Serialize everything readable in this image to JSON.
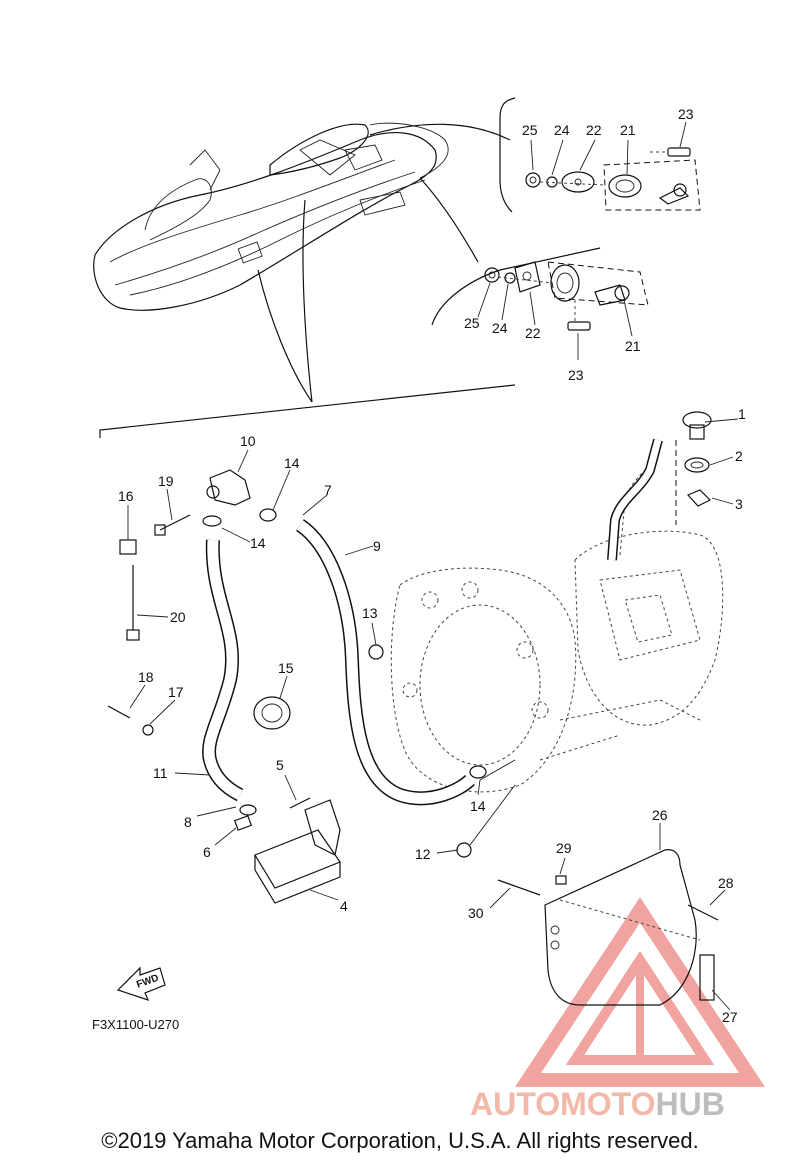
{
  "diagram": {
    "callouts": [
      {
        "id": "c1",
        "text": "1"
      },
      {
        "id": "c2",
        "text": "2"
      },
      {
        "id": "c3",
        "text": "3"
      },
      {
        "id": "c4",
        "text": "4"
      },
      {
        "id": "c5",
        "text": "5"
      },
      {
        "id": "c6",
        "text": "6"
      },
      {
        "id": "c7",
        "text": "7"
      },
      {
        "id": "c8",
        "text": "8"
      },
      {
        "id": "c9",
        "text": "9"
      },
      {
        "id": "c10",
        "text": "10"
      },
      {
        "id": "c11",
        "text": "11"
      },
      {
        "id": "c12",
        "text": "12"
      },
      {
        "id": "c13",
        "text": "13"
      },
      {
        "id": "c14a",
        "text": "14"
      },
      {
        "id": "c14b",
        "text": "14"
      },
      {
        "id": "c14c",
        "text": "14"
      },
      {
        "id": "c15",
        "text": "15"
      },
      {
        "id": "c16",
        "text": "16"
      },
      {
        "id": "c17",
        "text": "17"
      },
      {
        "id": "c18",
        "text": "18"
      },
      {
        "id": "c19",
        "text": "19"
      },
      {
        "id": "c20",
        "text": "20"
      },
      {
        "id": "c21a",
        "text": "21"
      },
      {
        "id": "c22a",
        "text": "22"
      },
      {
        "id": "c23a",
        "text": "23"
      },
      {
        "id": "c24a",
        "text": "24"
      },
      {
        "id": "c25a",
        "text": "25"
      },
      {
        "id": "c21b",
        "text": "21"
      },
      {
        "id": "c22b",
        "text": "22"
      },
      {
        "id": "c23b",
        "text": "23"
      },
      {
        "id": "c24b",
        "text": "24"
      },
      {
        "id": "c25b",
        "text": "25"
      },
      {
        "id": "c26",
        "text": "26"
      },
      {
        "id": "c27",
        "text": "27"
      },
      {
        "id": "c28",
        "text": "28"
      },
      {
        "id": "c29",
        "text": "29"
      },
      {
        "id": "c30",
        "text": "30"
      }
    ],
    "fwd_label": "FWD",
    "diagram_code": "F3X1100-U270"
  },
  "watermark": {
    "part1": "AUTOMOTO",
    "part2": "HUB",
    "color1": "#f2b8a8",
    "color2": "#bdbdbd"
  },
  "footer": {
    "copyright": "©2019 Yamaha Motor Corporation, U.S.A. All rights reserved."
  }
}
